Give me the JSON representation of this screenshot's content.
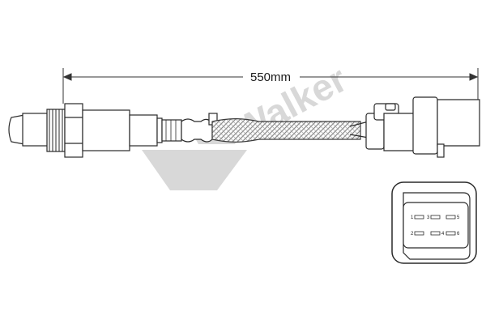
{
  "dimension": {
    "label": "550mm"
  },
  "watermark": {
    "text": "Walker"
  },
  "connector_face": {
    "pins": [
      {
        "number": "1"
      },
      {
        "number": "3"
      },
      {
        "number": "5"
      },
      {
        "number": "2"
      },
      {
        "number": "4"
      },
      {
        "number": "6"
      }
    ]
  },
  "colors": {
    "outline": "#2a2a2a",
    "watermark": "#d6d6d6",
    "braid": "#9a9a9a",
    "connector_fill": "#f4f4f4"
  }
}
